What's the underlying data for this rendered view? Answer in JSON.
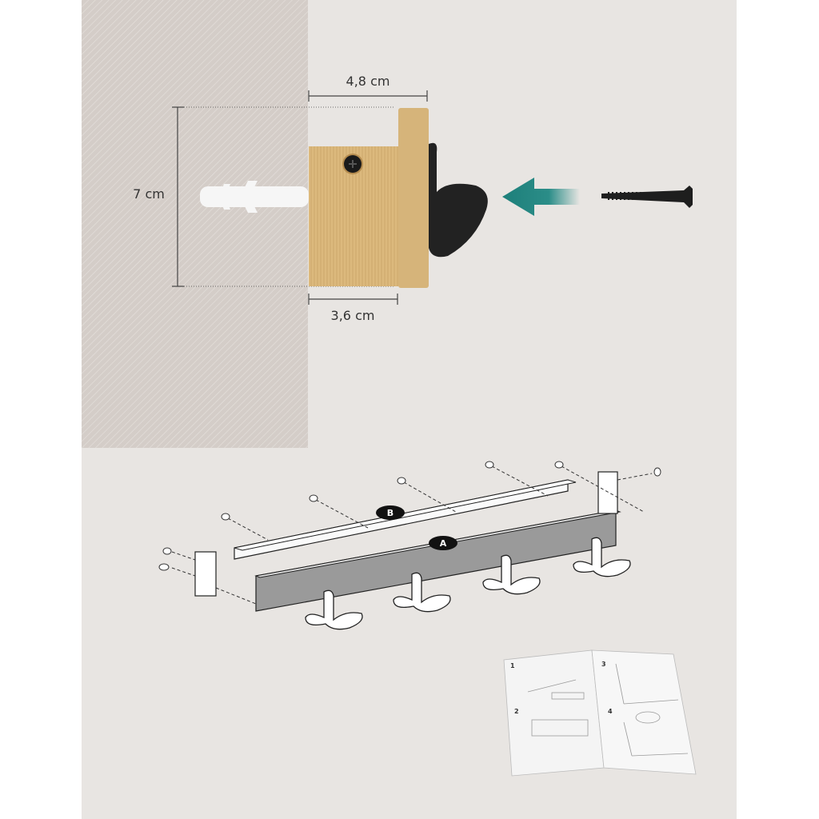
{
  "dimensions": {
    "depth_total": "4,8 cm",
    "height": "7 cm",
    "depth_block": "3,6 cm"
  },
  "parts": {
    "part_a": "A",
    "part_b": "B"
  },
  "manual": {
    "steps": [
      "1",
      "2",
      "3",
      "4"
    ]
  },
  "colors": {
    "arrow": "#1d7f7a",
    "wood": "#d8b57a",
    "wall": "#d3ccc7"
  }
}
